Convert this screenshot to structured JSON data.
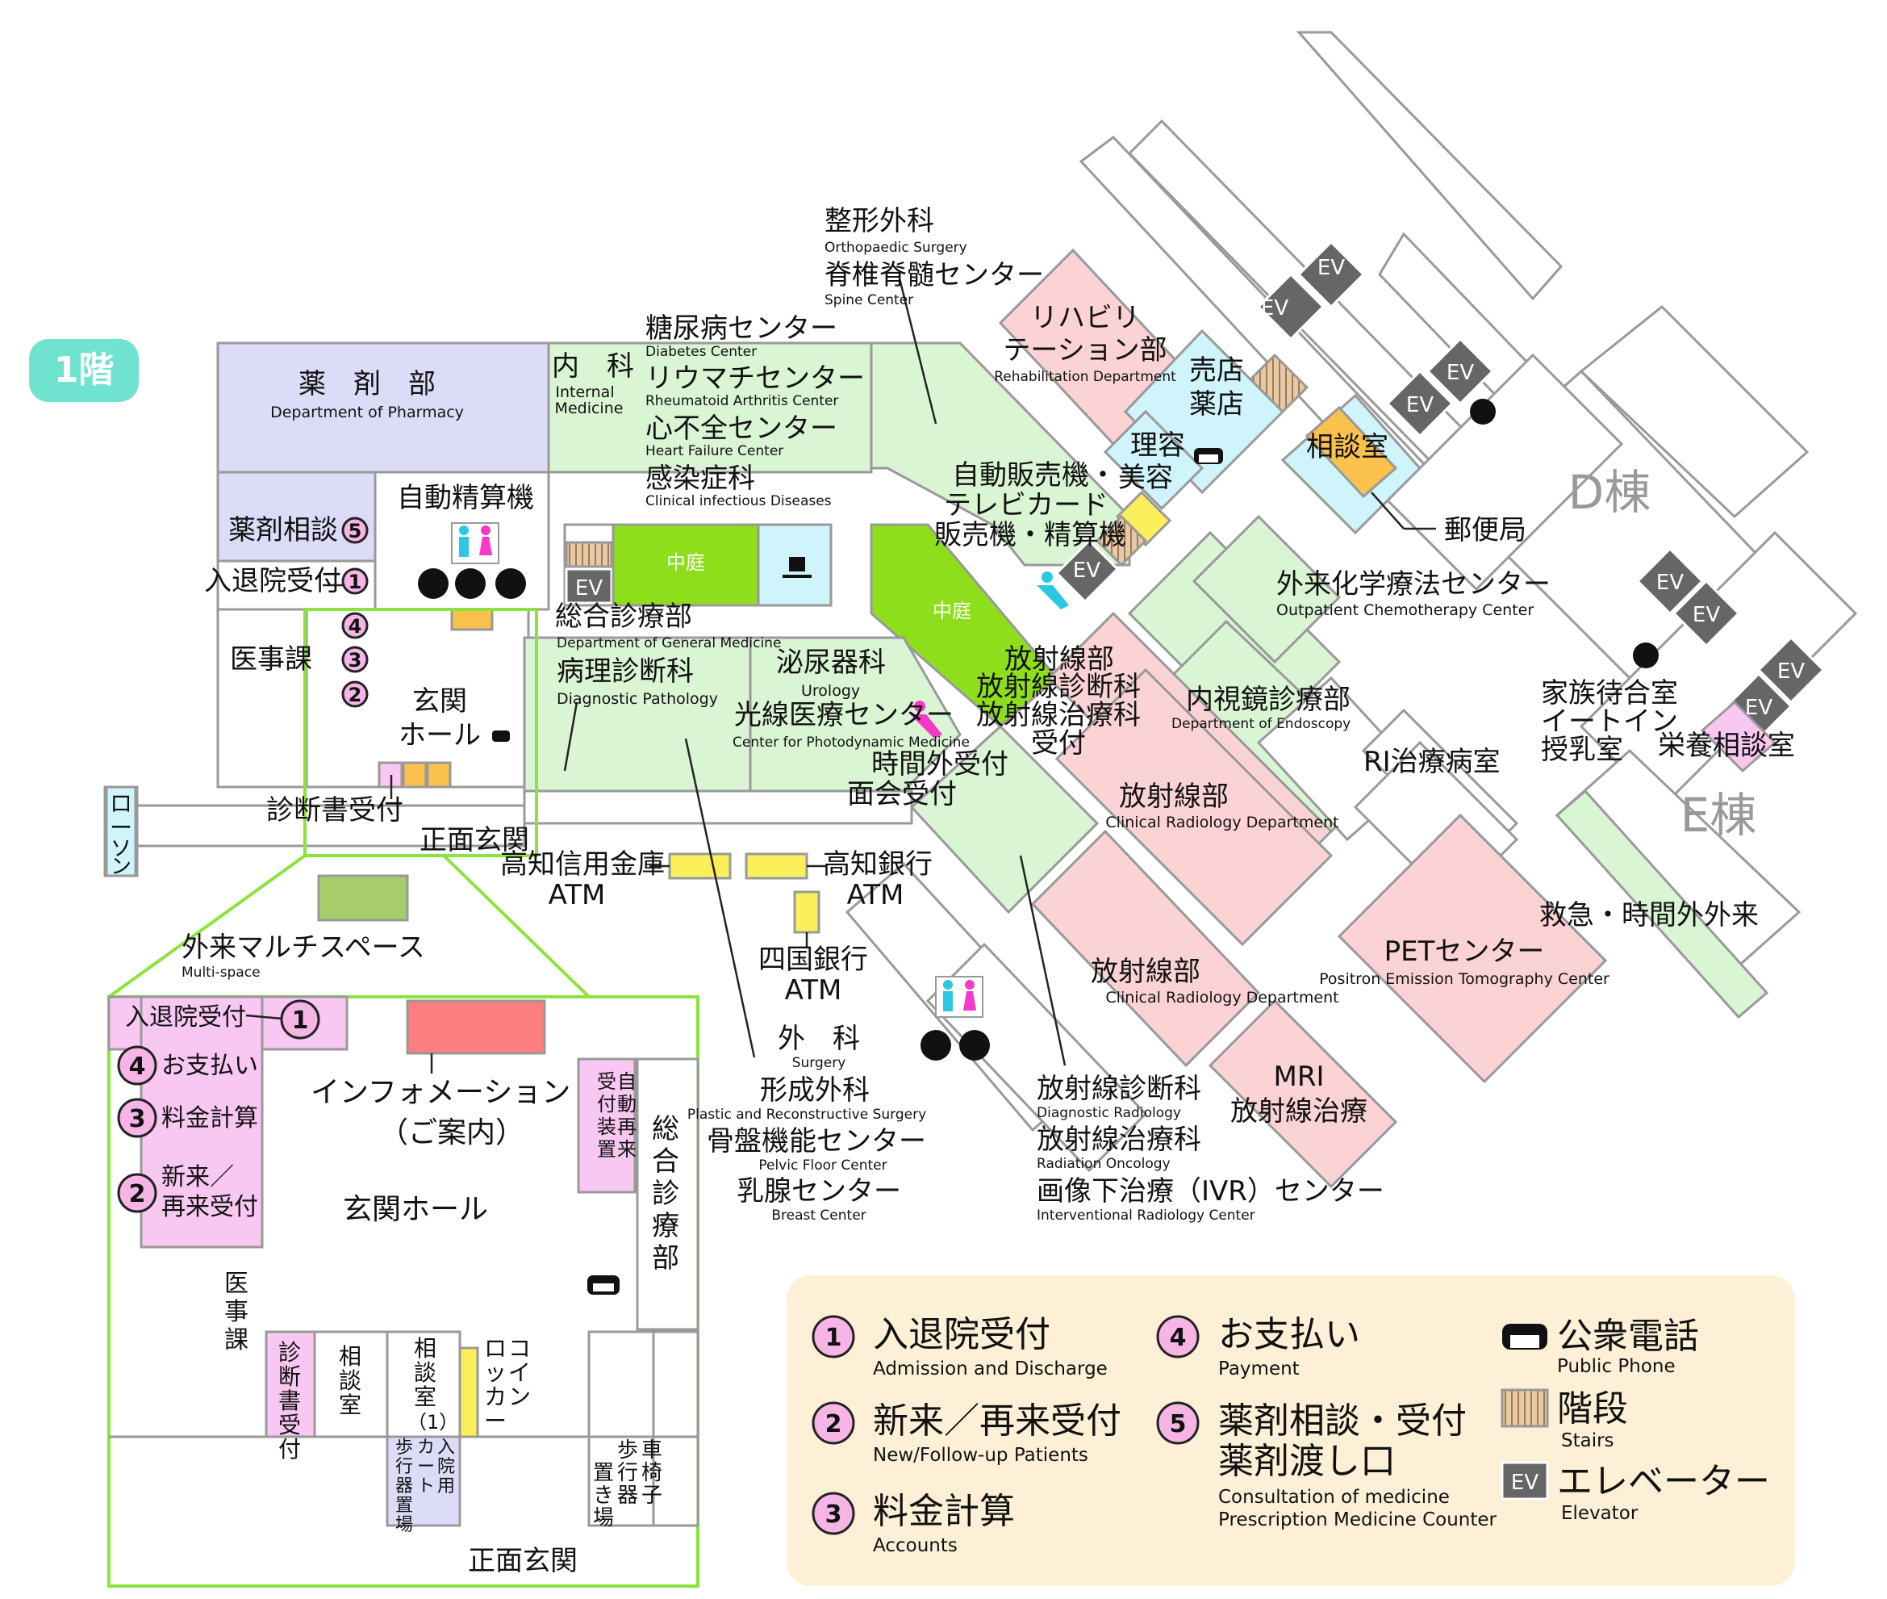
{
  "floor": "1階",
  "buildings": {
    "d": "D棟",
    "e": "E棟"
  },
  "rooms": {
    "pharmacy_jp": "薬　剤　部",
    "pharmacy_en": "Department of Pharmacy",
    "internal_jp": "内　科",
    "internal_en1": "Internal",
    "internal_en2": "Medicine",
    "diabetes_jp": "糖尿病センター",
    "diabetes_en": "Diabetes Center",
    "rheum_jp": "リウマチセンター",
    "rheum_en": "Rheumatoid Arthritis Center",
    "heart_jp": "心不全センター",
    "heart_en": "Heart Failure Center",
    "infect_jp": "感染症科",
    "infect_en": "Clinical infectious Diseases",
    "ortho_jp": "整形外科",
    "ortho_en": "Orthopaedic Surgery",
    "spine_jp": "脊椎脊髄センター",
    "spine_en": "Spine Center",
    "rehab_jp1": "リハビリ",
    "rehab_jp2": "テーション部",
    "rehab_en": "Rehabilitation Department",
    "shop1": "売店",
    "shop2": "薬店",
    "barber1": "理容",
    "barber2": "美容",
    "consult": "相談室",
    "post": "郵便局",
    "auto_pay": "自動精算機",
    "vending1": "自動販売機・",
    "vending2": "テレビカード",
    "vending3": "販売機・精算機",
    "pharm_consult": "薬剤相談",
    "admission": "入退院受付",
    "medical_affairs": "医事課",
    "hall1": "玄関",
    "hall2": "ホール",
    "certificate": "診断書受付",
    "main_entrance": "正面玄関",
    "lawson": "ローソン",
    "courtyard": "中庭",
    "general_jp": "総合診療部",
    "general_en": "Department of General Medicine",
    "patho_jp": "病理診断科",
    "patho_en": "Diagnostic Pathology",
    "uro_jp": "泌尿器科",
    "uro_en": "Urology",
    "photo_jp": "光線医療センター",
    "photo_en": "Center for Photodynamic Medicine",
    "after_hours1": "時間外受付",
    "after_hours2": "面会受付",
    "rad_recep1": "放射線部",
    "rad_recep2": "放射線診断科",
    "rad_recep3": "放射線治療科",
    "rad_recep4": "受付",
    "chemo_jp": "外来化学療法センター",
    "chemo_en": "Outpatient  Chemotherapy  Center",
    "endo_jp": "内視鏡診療部",
    "endo_en": "Department of Endoscopy",
    "family1": "家族待合室",
    "family2": "イートイン",
    "family3": "授乳室",
    "nutrition": "栄養相談室",
    "ri": "RI治療病室",
    "rad_a_jp": "放射線部",
    "rad_a_en": "Clinical Radiology Department",
    "rad_b_jp": "放射線部",
    "rad_b_en": "Clinical Radiology Department",
    "emergency": "救急・時間外外来",
    "pet_jp": "PETセンター",
    "pet_en": "Positron Emission Tomography Center",
    "mri1": "MRI",
    "mri2": "放射線治療",
    "kochi_shinkin1": "高知信用金庫",
    "kochi_shinkin2": "ATM",
    "kochi_bank1": "高知銀行",
    "kochi_bank2": "ATM",
    "shikoku1": "四国銀行",
    "shikoku2": "ATM",
    "multi_jp": "外来マルチスペース",
    "multi_en": "Multi-space",
    "surgery_jp": "外　科",
    "surgery_en": "Surgery",
    "plastic_jp": "形成外科",
    "plastic_en": "Plastic and Reconstructive Surgery",
    "pelvic_jp": "骨盤機能センター",
    "pelvic_en": "Pelvic Floor Center",
    "breast_jp": "乳腺センター",
    "breast_en": "Breast Center",
    "diag_rad_jp": "放射線診断科",
    "diag_rad_en": "Diagnostic Radiology",
    "rad_onc_jp": "放射線治療科",
    "rad_onc_en": "Radiation Oncology",
    "ivr_jp": "画像下治療（IVR）センター",
    "ivr_en": "Interventional Radiology Center"
  },
  "inset": {
    "admission": "入退院受付",
    "payment": "お支払い",
    "accounts": "料金計算",
    "new1": "新来／",
    "new2": "再来受付",
    "info1": "インフォメーション",
    "info2": "（ご案内）",
    "hall": "玄関ホール",
    "auto_reception": [
      "受",
      "付",
      "装",
      "置",
      "自",
      "動",
      "再",
      "来"
    ],
    "general": [
      "総",
      "合",
      "診",
      "療",
      "部"
    ],
    "medical_affairs": [
      "医",
      "事",
      "課"
    ],
    "certificate": [
      "診",
      "断",
      "書",
      "受",
      "付"
    ],
    "consult": [
      "相",
      "談",
      "室"
    ],
    "consult1": [
      "相",
      "談",
      "室"
    ],
    "consult1_num": "（1）",
    "coin": [
      "コ",
      "イ",
      "ン"
    ],
    "locker": [
      "ロ",
      "ッ",
      "カ",
      "ー"
    ],
    "cart": [
      "入",
      "院",
      "用",
      "カ",
      "ー",
      "ト"
    ],
    "walker": [
      "歩",
      "行",
      "器",
      "置",
      "場"
    ],
    "wheelchair": [
      "車",
      "椅",
      "子"
    ],
    "walker2": [
      "歩",
      "行",
      "器"
    ],
    "place": [
      "置",
      "き",
      "場"
    ],
    "entrance": "正面玄関"
  },
  "ev_label": "EV",
  "numbers": [
    "1",
    "2",
    "3",
    "4",
    "5"
  ],
  "legend": {
    "l1_jp": "入退院受付",
    "l1_en": "Admission and Discharge",
    "l2_jp": "新来／再来受付",
    "l2_en": "New/Follow-up Patients",
    "l3_jp": "料金計算",
    "l3_en": "Accounts",
    "l4_jp": "お支払い",
    "l4_en": "Payment",
    "l5_jp1": "薬剤相談・受付",
    "l5_jp2": "薬剤渡し口",
    "l5_en1": "Consultation of medicine",
    "l5_en2": "Prescription Medicine Counter",
    "phone_jp": "公衆電話",
    "phone_en": "Public Phone",
    "stairs_jp": "階段",
    "stairs_en": "Stairs",
    "ev_jp": "エレベーター",
    "ev_en": "Elevator"
  },
  "colors": {
    "green": "#d9f5d4",
    "pink": "#fbd3d5",
    "lavender": "#dcdcf8",
    "cyan": "#cff4fb",
    "magenta": "#f8c7f2",
    "yellow": "#fbef5c",
    "orange": "#fbc14d",
    "lime": "#8ede1c",
    "floor_badge": "#6fe3cf",
    "legend_bg": "#fdf0d6"
  }
}
